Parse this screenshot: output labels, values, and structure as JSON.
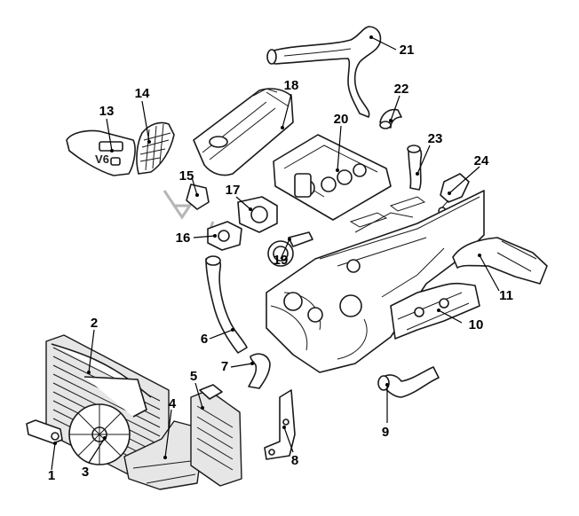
{
  "diagram": {
    "type": "exploded-parts-view",
    "callouts": [
      {
        "id": "1",
        "label": "1"
      },
      {
        "id": "2",
        "label": "2"
      },
      {
        "id": "3",
        "label": "3"
      },
      {
        "id": "4",
        "label": "4"
      },
      {
        "id": "5",
        "label": "5"
      },
      {
        "id": "6",
        "label": "6"
      },
      {
        "id": "7",
        "label": "7"
      },
      {
        "id": "8",
        "label": "8"
      },
      {
        "id": "9",
        "label": "9"
      },
      {
        "id": "10",
        "label": "10"
      },
      {
        "id": "11",
        "label": "11"
      },
      {
        "id": "13",
        "label": "13"
      },
      {
        "id": "14",
        "label": "14"
      },
      {
        "id": "15",
        "label": "15"
      },
      {
        "id": "16",
        "label": "16"
      },
      {
        "id": "17",
        "label": "17"
      },
      {
        "id": "18",
        "label": "18"
      },
      {
        "id": "19",
        "label": "19"
      },
      {
        "id": "20",
        "label": "20"
      },
      {
        "id": "21",
        "label": "21"
      },
      {
        "id": "22",
        "label": "22"
      },
      {
        "id": "23",
        "label": "23"
      },
      {
        "id": "24",
        "label": "24"
      }
    ],
    "cover_badge_text": "V6"
  }
}
